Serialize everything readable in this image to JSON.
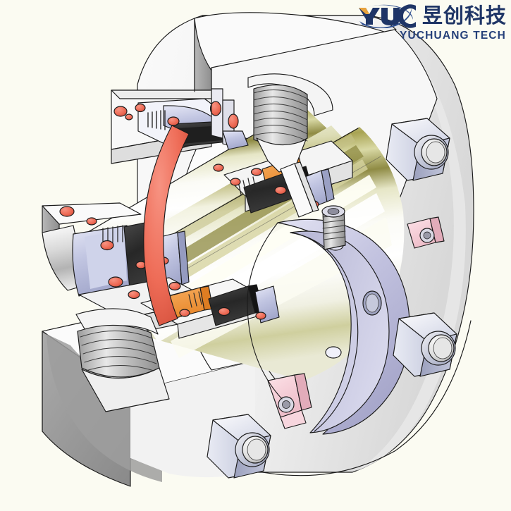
{
  "background_color": "#fbfbf2",
  "brand": {
    "mark_text": "YUC",
    "chinese_name": "昱创科技",
    "english_name": "YUCHUANG TECH",
    "navy": "#1f3566",
    "gold": "#e8a33d",
    "swoosh_color": "#2a4b8d"
  },
  "illustration": {
    "type": "cad-cutaway-isometric",
    "subject": "cartridge mechanical seal assembly",
    "view": "half-section isometric cutaway",
    "palette": {
      "housing_light": "#f4f4f4",
      "housing_mid": "#dcdcdc",
      "housing_shadow": "#9a9a9a",
      "outline": "#1a1a1a",
      "oring_red": "#ef6a56",
      "graphite_dark": "#2e2e2e",
      "spacer_orange": "#f0963c",
      "collar_lavender": "#c9c9e4",
      "bracket_pink": "#f4ccd4",
      "sleeve_gold": "#b9b36a",
      "steel_chrome": "#c8ccdc",
      "seal_face_blue": "#b9bfdc"
    },
    "components": [
      {
        "name": "gland-housing",
        "note": "sectioned outer gland plate"
      },
      {
        "name": "hex-nut-upper-right",
        "note": "chrome hex nut with stud and washer"
      },
      {
        "name": "hex-nut-lower-right",
        "note": "chrome hex nut with stud and washer"
      },
      {
        "name": "hex-nut-bottom",
        "note": "chrome hex nut with stud and washer"
      },
      {
        "name": "threaded-port-top",
        "note": "threaded flush / quench connection"
      },
      {
        "name": "threaded-port-bottom",
        "note": "threaded drain connection"
      },
      {
        "name": "shaft-sleeve",
        "note": "gold-tinted rotating shaft sleeve"
      },
      {
        "name": "drive-collar",
        "note": "lavender set-screw drive collar"
      },
      {
        "name": "set-screw",
        "note": "socket head set screw in collar"
      },
      {
        "name": "o-ring",
        "note": "salmon elastomer O-rings, multiple"
      },
      {
        "name": "graphite-packing",
        "note": "dark carbon / graphite seal rings"
      },
      {
        "name": "spacer-ring",
        "note": "orange spacer / anti-rotation ring"
      },
      {
        "name": "seal-face",
        "note": "lapped primary seal faces"
      },
      {
        "name": "spring-assembly",
        "note": "multi-spring compression pack"
      },
      {
        "name": "clamp-bracket",
        "note": "pink setting clip / bracket"
      }
    ]
  }
}
